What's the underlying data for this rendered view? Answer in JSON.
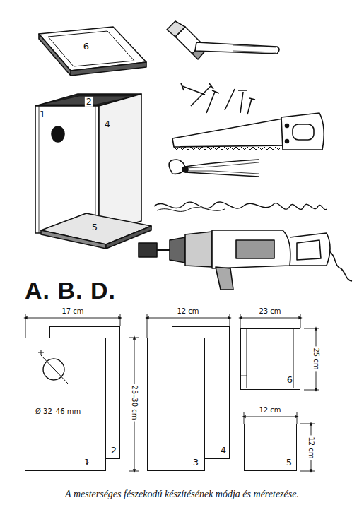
{
  "diagram": {
    "title": "A. B. D.",
    "caption": "A mesterséges fészekodú készítésének módja és méretezése.",
    "nodes": [
      {
        "text": [
          "2"
        ]
      },
      {
        "text": [
          "Ø 32–46 mm",
          "1"
        ]
      },
      {
        "text": [
          "4"
        ]
      },
      {
        "text": [
          "3"
        ]
      },
      {
        "text": [
          "6"
        ]
      },
      {
        "text": [
          "5"
        ]
      }
    ],
    "labels": [
      "6",
      "2",
      "1",
      "4",
      "5",
      "17 cm",
      "25–30 cm",
      "12 cm",
      "23 cm",
      "25 cm",
      "12 cm",
      "12 cm"
    ]
  }
}
